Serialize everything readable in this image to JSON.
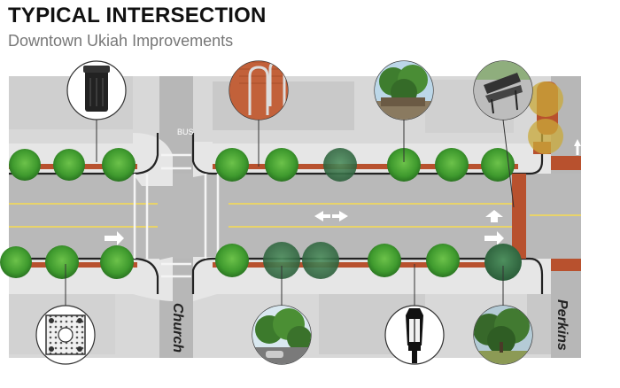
{
  "header": {
    "title": "TYPICAL INTERSECTION",
    "subtitle": "Downtown Ukiah Improvements"
  },
  "streets": {
    "cross_street_left": "Church",
    "cross_street_right": "Perkins",
    "pavement_marking": "BUS"
  },
  "amenity_callouts": [
    {
      "name": "trash-receptacle",
      "icon": "trash-can-icon"
    },
    {
      "name": "bike-rack",
      "icon": "bike-rack-icon"
    },
    {
      "name": "street-tree-canopy",
      "icon": "tree-photo-icon"
    },
    {
      "name": "bench",
      "icon": "bench-icon"
    },
    {
      "name": "tree-grate",
      "icon": "tree-grate-icon"
    },
    {
      "name": "flowering-tree",
      "icon": "tree-photo-icon"
    },
    {
      "name": "street-lamp",
      "icon": "lamp-icon"
    },
    {
      "name": "oak-tree",
      "icon": "tree-photo-icon"
    }
  ],
  "colors": {
    "road": "#b9b9b9",
    "sidewalk": "#e6e6e6",
    "curb": "#222222",
    "brick_band": "#b8512e",
    "tree": "#3f9a2e",
    "tree_dark": "#2e6e3f",
    "lane_yellow": "#e8d36a"
  }
}
